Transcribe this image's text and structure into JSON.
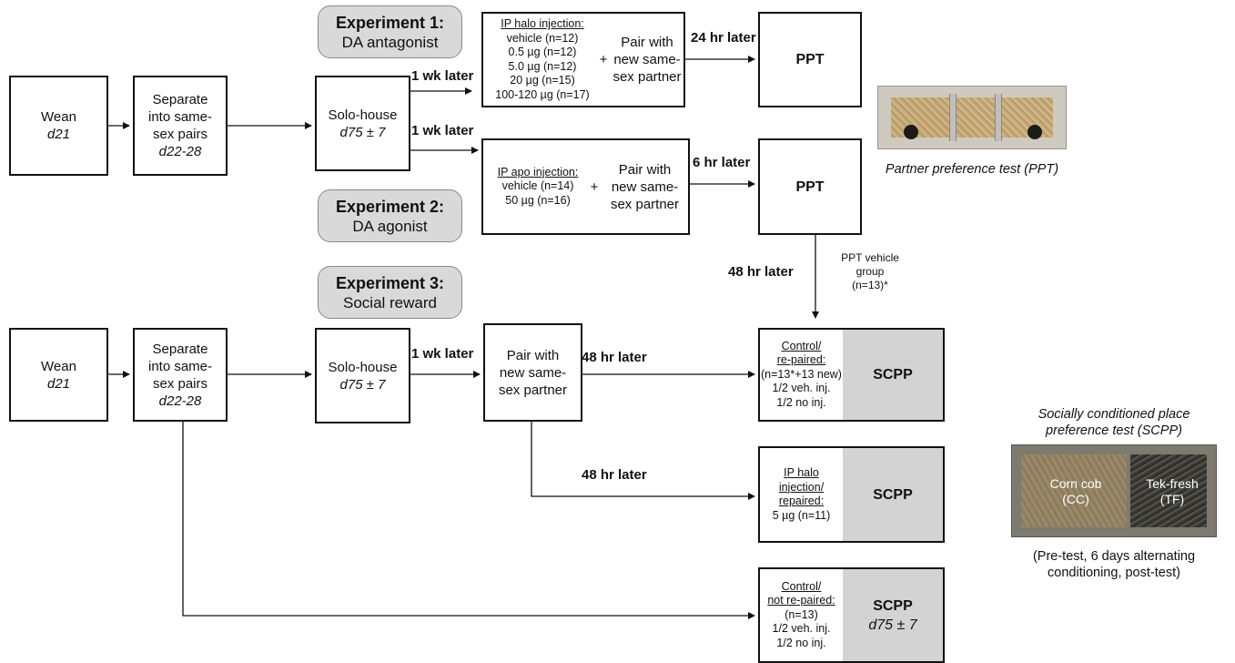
{
  "experiments": {
    "exp1": {
      "title": "Experiment 1:",
      "subtitle": "DA antagonist"
    },
    "exp2": {
      "title": "Experiment 2:",
      "subtitle": "DA agonist"
    },
    "exp3": {
      "title": "Experiment 3:",
      "subtitle": "Social reward"
    }
  },
  "row1": {
    "wean": {
      "line1": "Wean",
      "line2": "d21"
    },
    "separate": {
      "line1": "Separate",
      "line2": "into same-",
      "line3": "sex pairs",
      "line4": "d22-28"
    },
    "solo": {
      "line1": "Solo-house",
      "line2": "d75 ± 7"
    },
    "halo_box": {
      "header": "IP halo injection:",
      "doses": [
        "vehicle (n=12)",
        "0.5 µg (n=12)",
        "5.0 µg (n=12)",
        "20 µg (n=15)",
        "100-120 µg (n=17)"
      ],
      "plus": "+",
      "pair": [
        "Pair with",
        "new same-",
        "sex partner"
      ]
    },
    "apo_box": {
      "header": "IP apo injection:",
      "doses": [
        "vehicle (n=14)",
        "50 µg (n=16)"
      ],
      "plus": "+",
      "pair": [
        "Pair with",
        "new same-",
        "sex partner"
      ]
    },
    "ppt1": "PPT",
    "ppt2": "PPT",
    "labels": {
      "wk1_top": "1 wk later",
      "wk1_bottom": "1 wk later",
      "hr24": "24 hr later",
      "hr6": "6 hr later",
      "hr48": "48 hr later",
      "ppt_vehicle": [
        "PPT vehicle",
        "group",
        "(n=13)*"
      ]
    },
    "ppt_caption": "Partner preference test (PPT)"
  },
  "row2": {
    "wean": {
      "line1": "Wean",
      "line2": "d21"
    },
    "separate": {
      "line1": "Separate",
      "line2": "into same-",
      "line3": "sex pairs",
      "line4": "d22-28"
    },
    "solo": {
      "line1": "Solo-house",
      "line2": "d75 ± 7"
    },
    "pair": [
      "Pair with",
      "new same-",
      "sex partner"
    ],
    "labels": {
      "wk1": "1 wk later",
      "hr48_a": "48 hr later",
      "hr48_b": "48 hr later"
    },
    "scpp_a": {
      "header": [
        "Control/",
        "re-paired:"
      ],
      "lines": [
        "(n=13*+13 new)",
        "1/2 veh. inj.",
        "1/2 no inj."
      ],
      "plus": "+",
      "test": "SCPP"
    },
    "scpp_b": {
      "header": [
        "IP halo injection/",
        "repaired:"
      ],
      "lines": [
        "5 µg (n=11)"
      ],
      "plus": "+",
      "test": "SCPP"
    },
    "scpp_c": {
      "header": [
        "Control/",
        "not re-paired:"
      ],
      "lines": [
        "(n=13)",
        "1/2 veh. inj.",
        "1/2 no inj."
      ],
      "plus": "+",
      "test": "SCPP",
      "test_sub": "d75 ± 7"
    },
    "scpp_caption": [
      "Socially conditioned place",
      "preference test (SCPP)"
    ],
    "photo_labels": {
      "cc": [
        "Corn cob",
        "(CC)"
      ],
      "tf": [
        "Tek-fresh",
        "(TF)"
      ]
    },
    "protocol_caption": [
      "(Pre-test, 6 days alternating",
      "conditioning, post-test)"
    ]
  }
}
